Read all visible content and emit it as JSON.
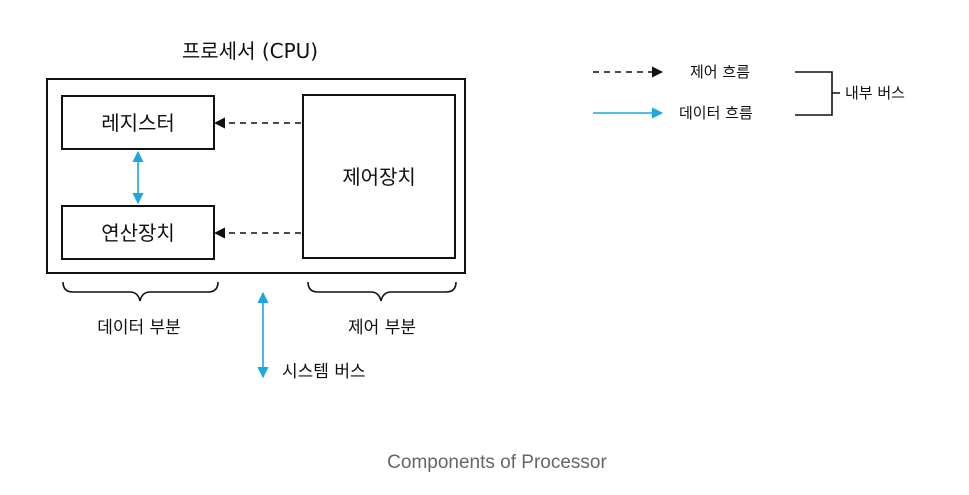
{
  "title": "프로세서 (CPU)",
  "boxes": {
    "register": "레지스터",
    "alu": "연산장치",
    "control_unit": "제어장치"
  },
  "labels": {
    "data_part": "데이터 부분",
    "control_part": "제어 부분",
    "system_bus": "시스템 버스"
  },
  "legend": {
    "control_flow": "제어 흐름",
    "data_flow": "데이터 흐름",
    "internal_bus": "내부 버스"
  },
  "caption": "Components of Processor",
  "colors": {
    "data_flow": "#1ba7e0",
    "control_flow": "#111111",
    "caption": "#666666"
  }
}
